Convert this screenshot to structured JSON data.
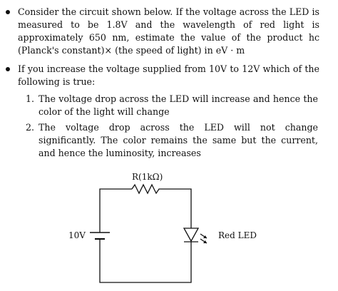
{
  "bullets": [
    {
      "text": "Consider the circuit shown below. If the voltage across the LED is measured to be 1.8V and the wavelength of red light is approximately 650 nm, estimate the value of the product hc (Planck's constant)× (the speed of light) in eV · m"
    },
    {
      "text": "If you increase the voltage supplied from 10V to 12V which of the following is true:",
      "options": [
        {
          "marker": "1.",
          "text": "The voltage drop across the LED will increase and hence the color of the light will change"
        },
        {
          "marker": "2.",
          "text": "The voltage drop across the LED will not change significantly. The color remains the same but the current, and hence the luminosity, increases"
        }
      ]
    }
  ],
  "circuit": {
    "resistor_label": "R(1kΩ)",
    "battery_label": "10V",
    "led_label": "Red LED"
  }
}
